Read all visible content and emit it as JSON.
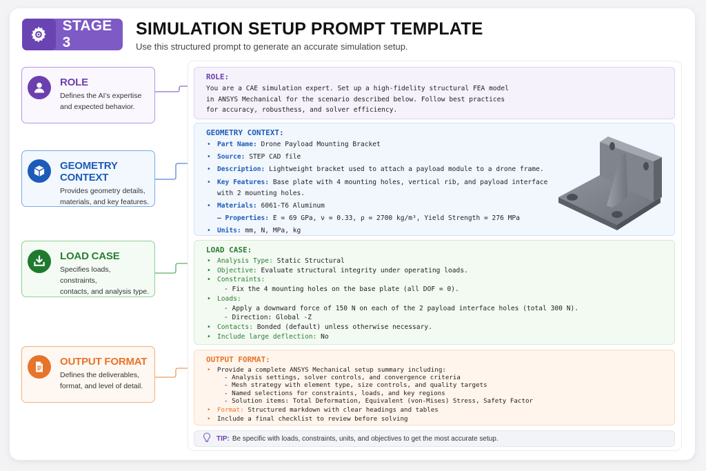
{
  "header": {
    "stage_label": "STAGE 3",
    "stage_icon": "gear-icon",
    "title": "SIMULATION SETUP PROMPT TEMPLATE",
    "subtitle": "Use this structured prompt to generate an accurate simulation setup."
  },
  "colors": {
    "role": "#6b3fae",
    "geometry": "#1d5bb8",
    "load": "#2a7d32",
    "output": "#e6742a"
  },
  "left_cards": [
    {
      "title": "ROLE",
      "icon": "person-icon",
      "desc_line1": "Defines the AI’s expertise",
      "desc_line2": "and expected behavior."
    },
    {
      "title": "GEOMETRY CONTEXT",
      "icon": "cube-icon",
      "desc_line1": "Provides geometry details,",
      "desc_line2": "materials, and key features."
    },
    {
      "title": "LOAD CASE",
      "icon": "download-icon",
      "desc_line1": "Specifies loads, constraints,",
      "desc_line2": "contacts, and analysis type."
    },
    {
      "title": "OUTPUT FORMAT",
      "icon": "document-icon",
      "desc_line1": "Defines the deliverables,",
      "desc_line2": "format, and level of detail."
    }
  ],
  "role_section": {
    "heading": "ROLE:",
    "line1": "You are a CAE simulation expert. Set up a high-fidelity structural FEA model",
    "line2": "in ANSYS Mechanical for the scenario described below. Follow best practices",
    "line3": "for accuracy, robusthess, and solver efficiency."
  },
  "geometry_section": {
    "heading": "GEOMETRY CONTEXT:",
    "items": [
      {
        "key": "Part Name:",
        "value": " Drone Payload Mounting Bracket"
      },
      {
        "key": "Source:",
        "value": " STEP CAD file"
      },
      {
        "key": "Description:",
        "value": " Lightweight bracket used to attach a payload module to a drone frame."
      },
      {
        "key": "Key Features:",
        "value": " Base plate with 4 mounting holes, vertical rib, and payload interface with 2 mounting holes."
      },
      {
        "key": "Materials:",
        "value": " 6061-T6 Aluminum"
      },
      {
        "key": "– Properties:",
        "value": " E = 69 GPa, ν = 0.33, ρ = 2700 kg/m³, Yield Strength = 276 MPa"
      },
      {
        "key": "Units:",
        "value": " mm, N, MPa, kg"
      }
    ],
    "image": "bracket-3d-model"
  },
  "load_section": {
    "heading": "LOAD CASE:",
    "items": [
      {
        "key": "Analysis Type:",
        "value": " Static Structural"
      },
      {
        "key": "Objective:",
        "value": " Evaluate structural integrity under operating loads."
      },
      {
        "key": "Constraints:",
        "value": ""
      },
      {
        "sub": "- Fix the 4 mounting holes on the base plate (all DOF = 0)."
      },
      {
        "key": "Loads:",
        "value": ""
      },
      {
        "sub": "- Apply a downward force of 150 N on each of the 2 payload interface holes (total 300 N)."
      },
      {
        "sub": "- Direction: Global -Z"
      },
      {
        "key": "Contacts:",
        "value": " Bonded (default) unless otherwise necessary."
      },
      {
        "key": "Include large deflection:",
        "value": " No"
      }
    ]
  },
  "output_section": {
    "heading": "OUTPUT FORMAT:",
    "items": [
      {
        "key": "",
        "value": "Provide a complete ANSYS Mechanical setup summary including:"
      },
      {
        "sub": "- Analysis settings, solver controls, and convergence criteria"
      },
      {
        "sub": "- Mesh strategy with element type, size controls, and quality targets"
      },
      {
        "sub": "- Named selections for constraints, loads, and key regions"
      },
      {
        "sub": "- Solution items: Total Deformation, Equivalent (von-Mises) Stress, Safety Factor"
      },
      {
        "key": "Format:",
        "value": " Structured markdown with clear headings and tables"
      },
      {
        "key": "",
        "value": "Include a final checklist to review before solving"
      }
    ]
  },
  "tip": {
    "icon": "lightbulb-icon",
    "label": "TIP:",
    "text": "Be specific with loads, constraints, units, and objectives to get the most accurate setup."
  }
}
